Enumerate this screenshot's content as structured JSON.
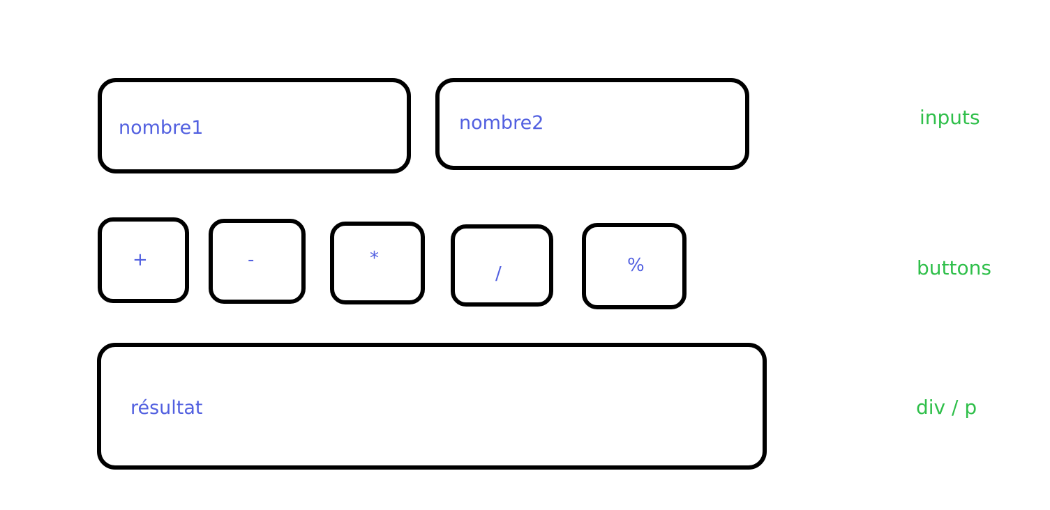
{
  "colors": {
    "placeholder_text": "#5260e0",
    "annotation_text": "#2fbf4a",
    "box_border": "#000000"
  },
  "inputs": {
    "first": "nombre1",
    "second": "nombre2"
  },
  "buttons": {
    "plus": "+",
    "minus": "-",
    "times": "*",
    "divide": "/",
    "modulo": "%"
  },
  "result": {
    "label": "résultat"
  },
  "annotations": {
    "inputs": "inputs",
    "buttons": "buttons",
    "result": "div / p"
  }
}
